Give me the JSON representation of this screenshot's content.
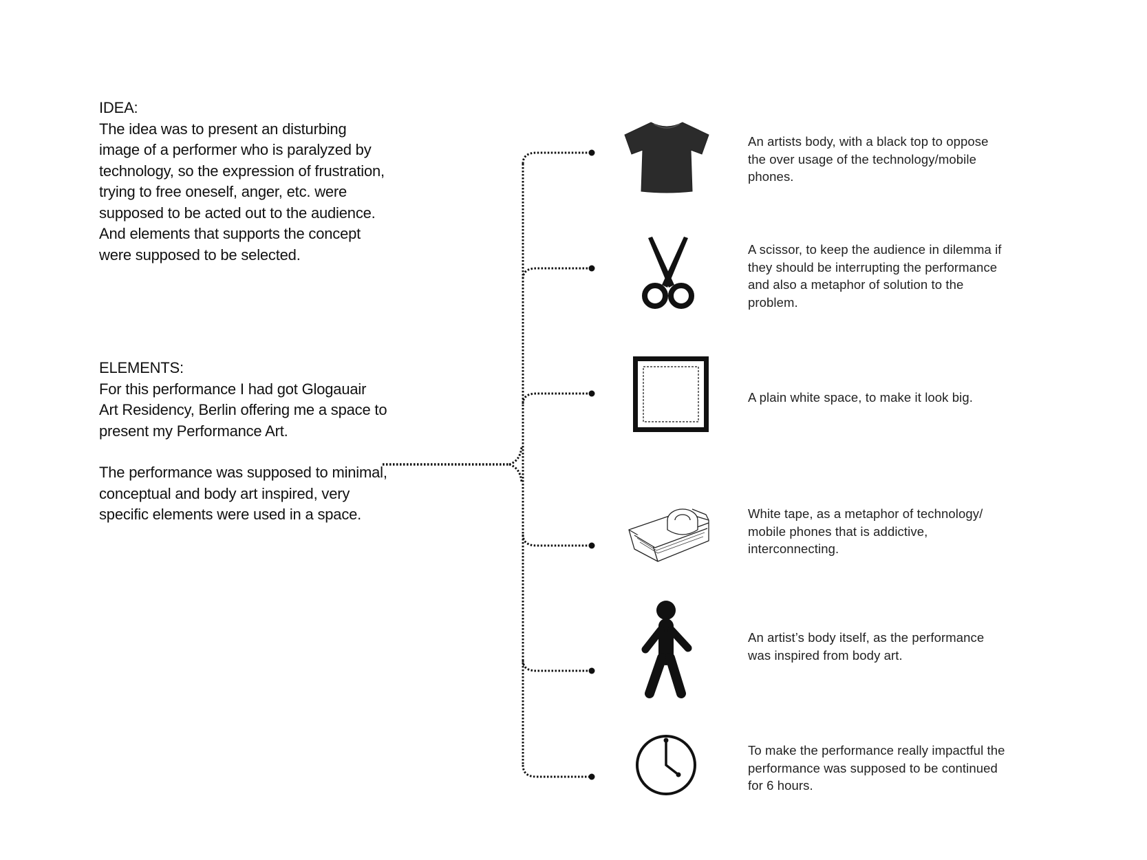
{
  "idea": {
    "heading": "IDEA:",
    "body": "The idea was to present an disturbing image of a performer who is paralyzed by technology, so the expression of frustration, trying to free oneself, anger, etc. were supposed to be acted out to the audience. And elements that supports the concept were supposed to be selected."
  },
  "elements": {
    "heading": "ELEMENTS:",
    "para1": "For this performance I had got Glogauair Art Residency, Berlin offering me a space to present my Performance Art.",
    "para2": "The performance was supposed to minimal, conceptual and body art inspired, very specific elements were used in a space."
  },
  "items": [
    {
      "icon": "t-shirt-icon",
      "description": "An artists body, with a black top to oppose the over usage of the technology/mobile phones."
    },
    {
      "icon": "scissors-icon",
      "description": "A scissor, to keep the audience in dilemma if they should be interrupting the performance and also a metaphor of solution to the problem."
    },
    {
      "icon": "white-space-icon",
      "description": "A plain white space, to make it look big."
    },
    {
      "icon": "tape-dispenser-icon",
      "description": "White tape, as a metaphor of technology/ mobile phones that is addictive, interconnecting."
    },
    {
      "icon": "person-icon",
      "description": "An artist’s body itself, as the performance was inspired from body art."
    },
    {
      "icon": "clock-icon",
      "description": "To make the performance really impactful the performance was supposed to be continued for 6 hours."
    }
  ]
}
